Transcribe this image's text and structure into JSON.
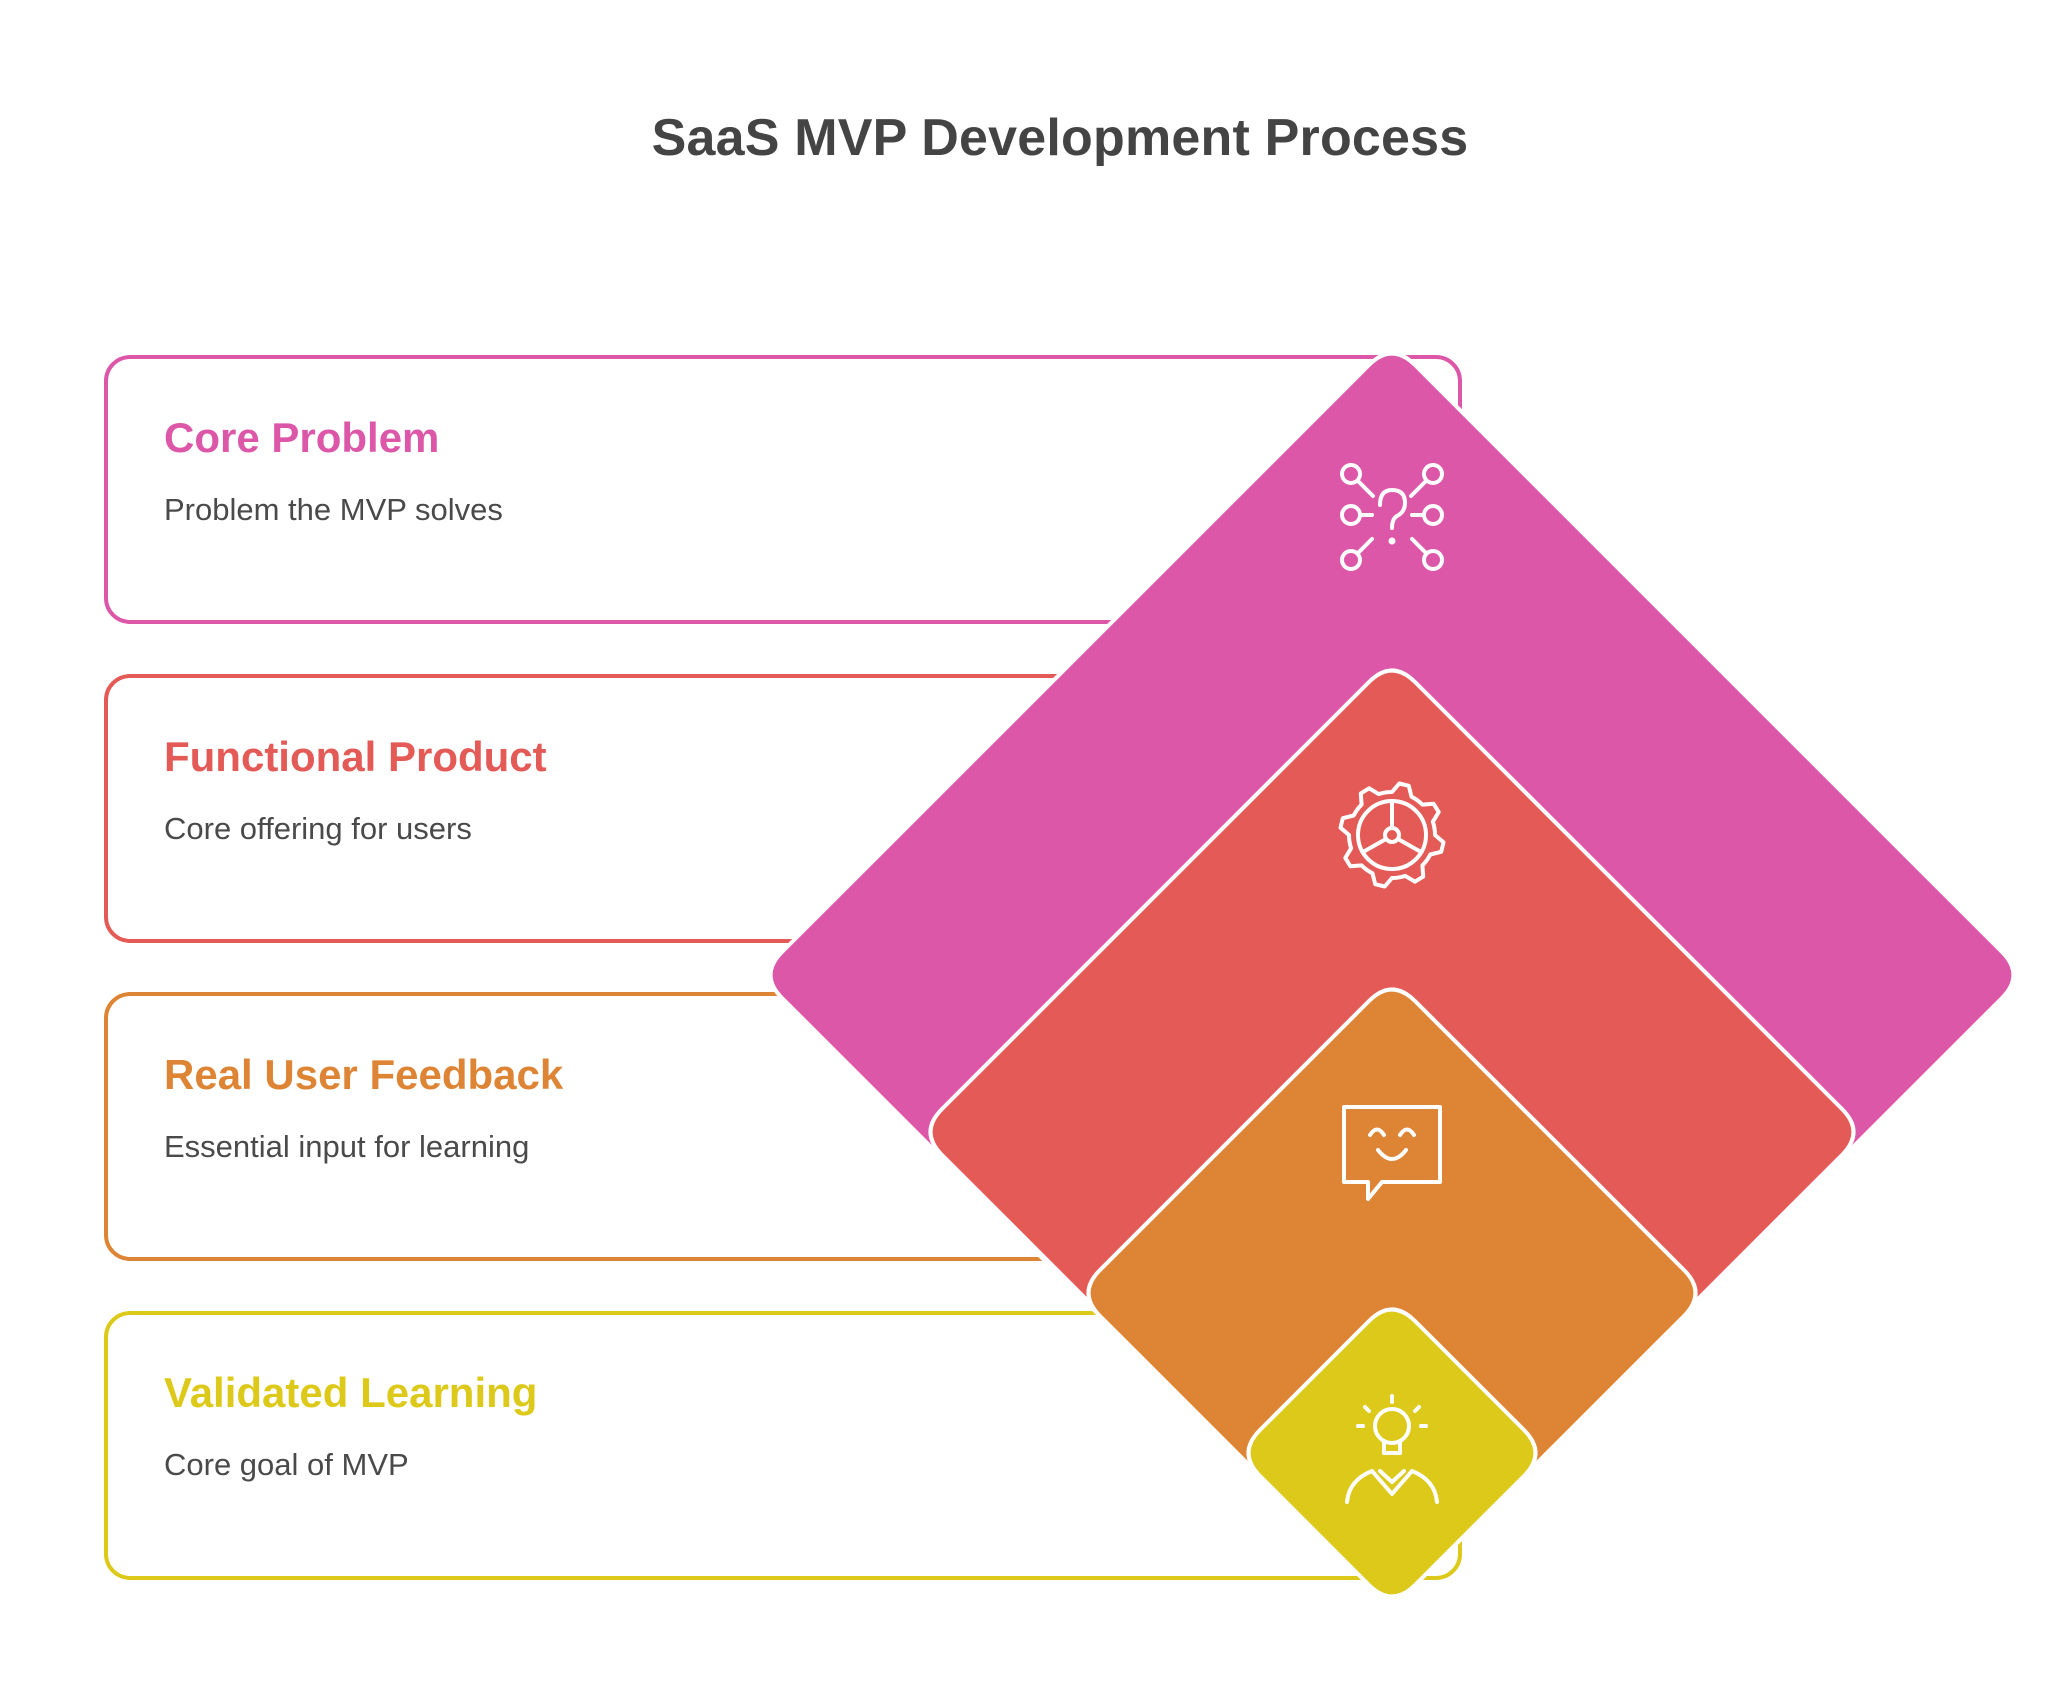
{
  "title": "SaaS MVP Development Process",
  "layers": [
    {
      "label": "Core Problem",
      "description": "Problem the MVP solves",
      "color": "#dc57a8",
      "icon": "question-network-icon"
    },
    {
      "label": "Functional Product",
      "description": "Core offering for users",
      "color": "#e35a56",
      "icon": "gear-icon"
    },
    {
      "label": "Real User Feedback",
      "description": "Essential input for learning",
      "color": "#de8435",
      "icon": "smiley-chat-icon"
    },
    {
      "label": "Validated Learning",
      "description": "Core goal of MVP",
      "color": "#dcc91a",
      "icon": "lightbulb-person-icon"
    }
  ]
}
